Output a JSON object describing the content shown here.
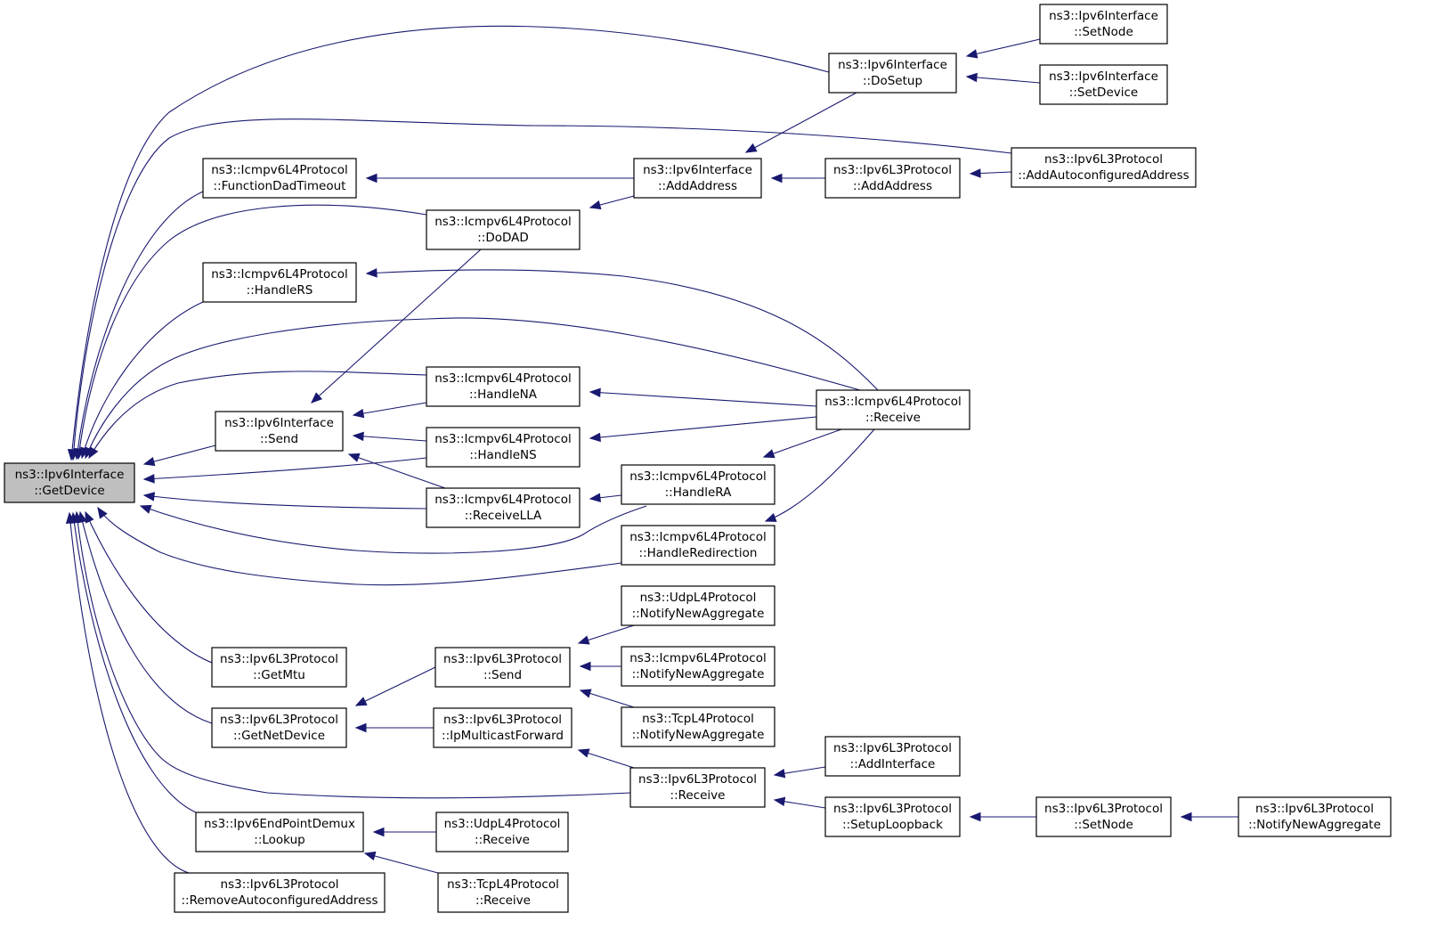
{
  "colors": {
    "edge": "#191970",
    "root_fill": "#bfbfbf",
    "node_fill": "#ffffff"
  },
  "nodes": [
    {
      "id": "getdevice",
      "line1": "ns3::Ipv6Interface",
      "line2": "::GetDevice",
      "root": true
    },
    {
      "id": "dosetup",
      "line1": "ns3::Ipv6Interface",
      "line2": "::DoSetup"
    },
    {
      "id": "setnode_if",
      "line1": "ns3::Ipv6Interface",
      "line2": "::SetNode"
    },
    {
      "id": "setdevice",
      "line1": "ns3::Ipv6Interface",
      "line2": "::SetDevice"
    },
    {
      "id": "addautoaddr",
      "line1": "ns3::Ipv6L3Protocol",
      "line2": "::AddAutoconfiguredAddress"
    },
    {
      "id": "functiondad",
      "line1": "ns3::Icmpv6L4Protocol",
      "line2": "::FunctionDadTimeout"
    },
    {
      "id": "ifaddaddr",
      "line1": "ns3::Ipv6Interface",
      "line2": "::AddAddress"
    },
    {
      "id": "l3addaddr",
      "line1": "ns3::Ipv6L3Protocol",
      "line2": "::AddAddress"
    },
    {
      "id": "dodad",
      "line1": "ns3::Icmpv6L4Protocol",
      "line2": "::DoDAD"
    },
    {
      "id": "handlers",
      "line1": "ns3::Icmpv6L4Protocol",
      "line2": "::HandleRS"
    },
    {
      "id": "handlena",
      "line1": "ns3::Icmpv6L4Protocol",
      "line2": "::HandleNA"
    },
    {
      "id": "icmpreceive",
      "line1": "ns3::Icmpv6L4Protocol",
      "line2": "::Receive"
    },
    {
      "id": "ifsend",
      "line1": "ns3::Ipv6Interface",
      "line2": "::Send"
    },
    {
      "id": "handlens",
      "line1": "ns3::Icmpv6L4Protocol",
      "line2": "::HandleNS"
    },
    {
      "id": "handlera",
      "line1": "ns3::Icmpv6L4Protocol",
      "line2": "::HandleRA"
    },
    {
      "id": "receivella",
      "line1": "ns3::Icmpv6L4Protocol",
      "line2": "::ReceiveLLA"
    },
    {
      "id": "handleredir",
      "line1": "ns3::Icmpv6L4Protocol",
      "line2": "::HandleRedirection"
    },
    {
      "id": "udpnotify",
      "line1": "ns3::UdpL4Protocol",
      "line2": "::NotifyNewAggregate"
    },
    {
      "id": "l3send",
      "line1": "ns3::Ipv6L3Protocol",
      "line2": "::Send"
    },
    {
      "id": "icmpnotify",
      "line1": "ns3::Icmpv6L4Protocol",
      "line2": "::NotifyNewAggregate"
    },
    {
      "id": "getmtu",
      "line1": "ns3::Ipv6L3Protocol",
      "line2": "::GetMtu"
    },
    {
      "id": "tcpnotify",
      "line1": "ns3::TcpL4Protocol",
      "line2": "::NotifyNewAggregate"
    },
    {
      "id": "getnetdevice",
      "line1": "ns3::Ipv6L3Protocol",
      "line2": "::GetNetDevice"
    },
    {
      "id": "ipmcast",
      "line1": "ns3::Ipv6L3Protocol",
      "line2": "::IpMulticastForward"
    },
    {
      "id": "addinterface",
      "line1": "ns3::Ipv6L3Protocol",
      "line2": "::AddInterface"
    },
    {
      "id": "l3receive",
      "line1": "ns3::Ipv6L3Protocol",
      "line2": "::Receive"
    },
    {
      "id": "setuploopback",
      "line1": "ns3::Ipv6L3Protocol",
      "line2": "::SetupLoopback"
    },
    {
      "id": "l3setnode",
      "line1": "ns3::Ipv6L3Protocol",
      "line2": "::SetNode"
    },
    {
      "id": "l3notify",
      "line1": "ns3::Ipv6L3Protocol",
      "line2": "::NotifyNewAggregate"
    },
    {
      "id": "lookup",
      "line1": "ns3::Ipv6EndPointDemux",
      "line2": "::Lookup"
    },
    {
      "id": "udpreceive",
      "line1": "ns3::UdpL4Protocol",
      "line2": "::Receive"
    },
    {
      "id": "tcpreceive",
      "line1": "ns3::TcpL4Protocol",
      "line2": "::Receive"
    },
    {
      "id": "removeauto",
      "line1": "ns3::Ipv6L3Protocol",
      "line2": "::RemoveAutoconfiguredAddress"
    }
  ],
  "edges": [
    {
      "from": "dosetup",
      "to": "getdevice"
    },
    {
      "from": "setnode_if",
      "to": "dosetup"
    },
    {
      "from": "setdevice",
      "to": "dosetup"
    },
    {
      "from": "ifaddaddr",
      "to": "dosetup"
    },
    {
      "from": "addautoaddr",
      "to": "getdevice"
    },
    {
      "from": "addautoaddr",
      "to": "l3addaddr"
    },
    {
      "from": "functiondad",
      "to": "getdevice"
    },
    {
      "from": "ifaddaddr",
      "to": "functiondad"
    },
    {
      "from": "l3addaddr",
      "to": "ifaddaddr"
    },
    {
      "from": "dodad",
      "to": "getdevice"
    },
    {
      "from": "ifaddaddr",
      "to": "dodad"
    },
    {
      "from": "ifsend",
      "to": "dodad"
    },
    {
      "from": "handlers",
      "to": "getdevice"
    },
    {
      "from": "icmpreceive",
      "to": "handlers"
    },
    {
      "from": "icmpreceive",
      "to": "getdevice"
    },
    {
      "from": "handlena",
      "to": "getdevice"
    },
    {
      "from": "icmpreceive",
      "to": "handlena"
    },
    {
      "from": "ifsend",
      "to": "getdevice"
    },
    {
      "from": "handlena",
      "to": "ifsend"
    },
    {
      "from": "handlens",
      "to": "ifsend"
    },
    {
      "from": "receivella",
      "to": "ifsend"
    },
    {
      "from": "handlens",
      "to": "getdevice"
    },
    {
      "from": "icmpreceive",
      "to": "handlens"
    },
    {
      "from": "receivella",
      "to": "getdevice"
    },
    {
      "from": "handlera",
      "to": "receivella"
    },
    {
      "from": "handlera",
      "to": "getdevice"
    },
    {
      "from": "icmpreceive",
      "to": "handlera"
    },
    {
      "from": "handleredir",
      "to": "getdevice"
    },
    {
      "from": "icmpreceive",
      "to": "handleredir"
    },
    {
      "from": "getmtu",
      "to": "getdevice"
    },
    {
      "from": "getnetdevice",
      "to": "getdevice"
    },
    {
      "from": "l3send",
      "to": "getnetdevice"
    },
    {
      "from": "ipmcast",
      "to": "getnetdevice"
    },
    {
      "from": "udpnotify",
      "to": "l3send"
    },
    {
      "from": "icmpnotify",
      "to": "l3send"
    },
    {
      "from": "tcpnotify",
      "to": "l3send"
    },
    {
      "from": "l3receive",
      "to": "ipmcast"
    },
    {
      "from": "l3receive",
      "to": "getdevice"
    },
    {
      "from": "addinterface",
      "to": "l3receive"
    },
    {
      "from": "setuploopback",
      "to": "l3receive"
    },
    {
      "from": "l3setnode",
      "to": "setuploopback"
    },
    {
      "from": "l3notify",
      "to": "l3setnode"
    },
    {
      "from": "lookup",
      "to": "getdevice"
    },
    {
      "from": "udpreceive",
      "to": "lookup"
    },
    {
      "from": "tcpreceive",
      "to": "lookup"
    },
    {
      "from": "removeauto",
      "to": "getdevice"
    }
  ]
}
